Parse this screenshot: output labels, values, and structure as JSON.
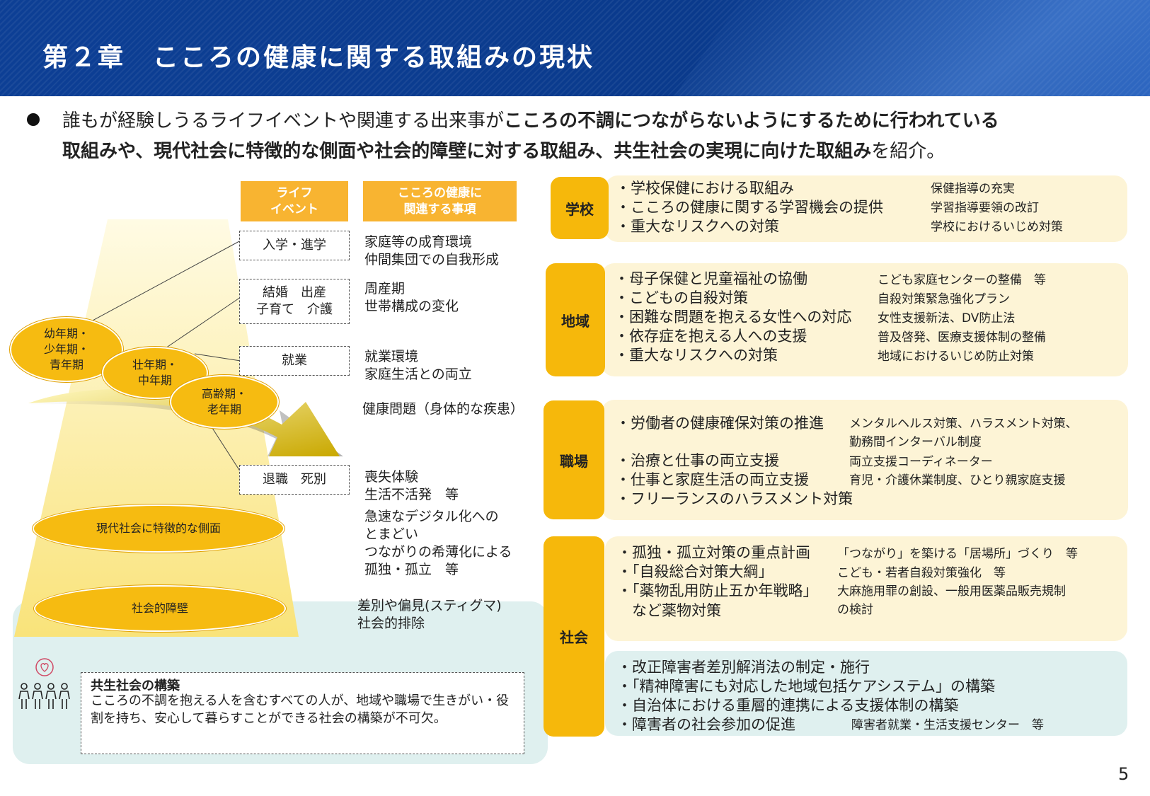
{
  "header": {
    "title": "第２章　こころの健康に関する取組みの現状"
  },
  "intro": {
    "line1_plain": "誰もが経験しうるライフイベントや関連する出来事が",
    "line1_bold": "こころの不調につながらないようにするために行われている",
    "line2_bold": "取組みや、現代社会に特徴的な側面や社会的障壁に対する取組み、共生社会の実現に向けた取組み",
    "line2_plain": "を紹介。"
  },
  "diagram": {
    "header_life_event": "ライフ\nイベント",
    "header_related": "こころの健康に\n関連する事項",
    "events": [
      {
        "label": "入学・進学",
        "related": "家庭等の成育環境\n仲間集団での自我形成"
      },
      {
        "label": "結婚　出産\n子育て　介護",
        "related": "周産期\n世帯構成の変化"
      },
      {
        "label": "就業",
        "related": "就業環境\n家庭生活との両立"
      },
      {
        "label": "",
        "related": "健康問題（身体的な疾患）"
      },
      {
        "label": "退職　死別",
        "related": "喪失体験\n生活不活発　等"
      }
    ],
    "stages": [
      "幼年期・\n少年期・\n青年期",
      "壮年期・\n中年期",
      "高齢期・\n老年期"
    ],
    "modern": {
      "label": "現代社会に特徴的な側面",
      "related": "急速なデジタル化への\nとまどい\nつながりの希薄化による\n孤独・孤立　等"
    },
    "barrier": {
      "label": "社会的障壁",
      "related": "差別や偏見(スティグマ)\n社会的排除"
    },
    "symbiosis": {
      "title": "共生社会の構築",
      "body": "こころの不調を抱える人を含むすべての人が、地域や職場で生きがい・役割を持ち、安心して暮らすことができる社会の構築が不可欠。"
    }
  },
  "sections": {
    "school": {
      "label": "学校",
      "items": [
        {
          "text": "・学校保健における取組み",
          "note": "保健指導の充実"
        },
        {
          "text": "・こころの健康に関する学習機会の提供",
          "note": "学習指導要領の改訂"
        },
        {
          "text": "・重大なリスクへの対策",
          "note": "学校におけるいじめ対策"
        }
      ]
    },
    "community": {
      "label": "地域",
      "items": [
        {
          "text": "・母子保健と児童福祉の協働",
          "note": "こども家庭センターの整備　等"
        },
        {
          "text": "・こどもの自殺対策",
          "note": "自殺対策緊急強化プラン"
        },
        {
          "text": "・困難な問題を抱える女性への対応",
          "note": "女性支援新法、DV防止法"
        },
        {
          "text": "・依存症を抱える人への支援",
          "note": "普及啓発、医療支援体制の整備"
        },
        {
          "text": "・重大なリスクへの対策",
          "note": "地域におけるいじめ防止対策"
        }
      ]
    },
    "workplace": {
      "label": "職場",
      "items": [
        {
          "text": "・労働者の健康確保対策の推進",
          "note": "メンタルヘルス対策、ハラスメント対策、\n勤務間インターバル制度"
        },
        {
          "text": "・治療と仕事の両立支援",
          "note": "両立支援コーディネーター"
        },
        {
          "text": "・仕事と家庭生活の両立支援",
          "note": "育児・介護休業制度、ひとり親家庭支援"
        },
        {
          "text": "・フリーランスのハラスメント対策",
          "note": ""
        }
      ]
    },
    "society": {
      "label": "社会",
      "items": [
        {
          "text": "・孤独・孤立対策の重点計画",
          "note": "「つながり」を築ける「居場所」づくり　等"
        },
        {
          "text": "・「自殺総合対策大綱」",
          "note": "こども・若者自殺対策強化　等"
        },
        {
          "text": "・「薬物乱用防止五か年戦略」\n　など薬物対策",
          "note": "大麻施用罪の創設、一般用医薬品販売規制\nの検討"
        }
      ],
      "items2": [
        {
          "text": "・改正障害者差別解消法の制定・施行",
          "note": ""
        },
        {
          "text": "・「精神障害にも対応した地域包括ケアシステム」の構築",
          "note": ""
        },
        {
          "text": "・自治体における重層的連携による支援体制の構築",
          "note": ""
        },
        {
          "text": "・障害者の社会参加の促進",
          "note": "障害者就業・生活支援センター　等"
        }
      ]
    }
  },
  "page_number": "5"
}
